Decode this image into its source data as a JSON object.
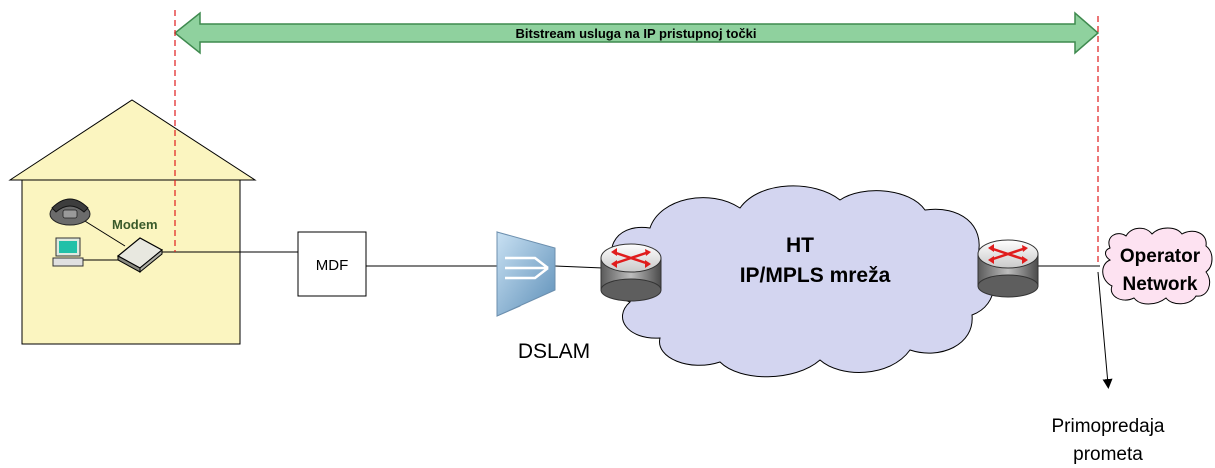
{
  "banner": {
    "label": "Bitstream usluga na IP pristupnoj točki"
  },
  "house": {
    "modem_label": "Modem"
  },
  "mdf": {
    "label": "MDF"
  },
  "dslam": {
    "label": "DSLAM"
  },
  "ht_cloud": {
    "line1": "HT",
    "line2": "IP/MPLS mreža"
  },
  "operator_cloud": {
    "line1": "Operator",
    "line2": "Network"
  },
  "handover": {
    "line1": "Primopredaja",
    "line2": "prometa"
  },
  "colors": {
    "arrow_fill": "#8fd19e",
    "arrow_stroke": "#3f8a4f",
    "house_fill": "#fbf5c0",
    "cloud_fill": "#d3d5f0",
    "operator_cloud_fill": "#fde2f1",
    "dashed_line": "#e01c1c",
    "router_arrow": "#e01c1c"
  }
}
